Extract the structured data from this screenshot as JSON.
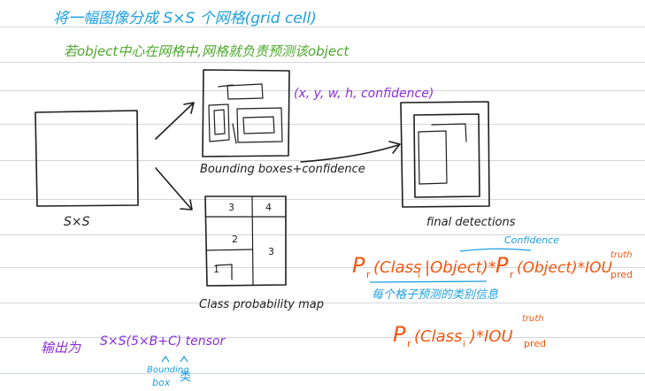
{
  "notes": {
    "line1": "将一幅图像分成 S×S 个网格(grid cell)",
    "line2": "若object中心在网格中,网格就负责预测该object"
  },
  "diagram": {
    "input_label": "S×S",
    "bbox_label": "Bounding boxes+confidence",
    "bbox_params": "(x, y, w, h, confidence)",
    "class_map_label": "Class probability map",
    "class_cells": [
      "3",
      "4",
      "2",
      "3",
      "1"
    ],
    "final_label": "final detections"
  },
  "formulas": {
    "f1": {
      "pr1": "P",
      "pr1_sub": "r",
      "class_part": "(Class",
      "class_sub": "i",
      "cond_part": "|Object)*",
      "pr2": "P",
      "pr2_sub": "r",
      "object_part": "(Object)*IOU",
      "iou_sub": "pred",
      "iou_sup": "truth",
      "confidence_note": "Confidence"
    },
    "note": "每个格子预测的类别信息",
    "f2": {
      "pr": "P",
      "pr_sub": "r",
      "class_part": "(Class",
      "class_sub": "i",
      "rest": ")*IOU",
      "iou_sub": "pred",
      "iou_sup": "truth"
    }
  },
  "output": {
    "prefix": "输出为",
    "tensor": "S×S(5×B+C) tensor",
    "b_note_1": "Bounding",
    "b_note_2": "box",
    "c_note": "类"
  }
}
